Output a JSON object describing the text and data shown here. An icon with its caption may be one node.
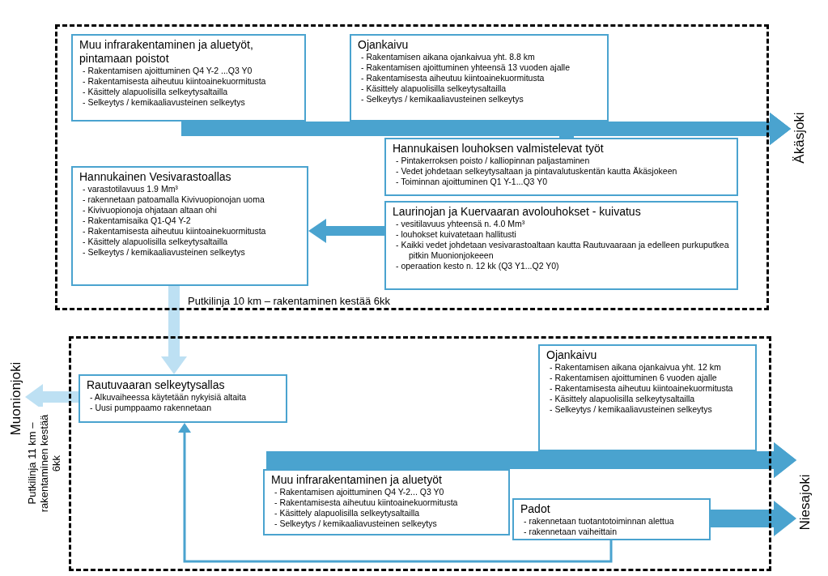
{
  "diagram": {
    "nodes": [
      {
        "text": [],
        "shape": "box"
      },
      {
        "text": [
          "Muu infrarakentaminen ja aluetyöt, pintamaan poistot",
          "- Rakentamisen ajoittuminen Q4 Y-2 ...Q3 Y0",
          "- Rakentamisesta aiheutuu kiintoainekuormitusta",
          "- Käsittely alapuolisilla selkeytysaltailla",
          "- Selkeytys / kemikaaliavusteinen selkeytys"
        ],
        "in": 0
      },
      {
        "text": [
          "Ojankaivu",
          "- Rakentamisen aikana ojankaivua yht. 8.8 km",
          "- Rakentamisen ajoittuminen yhteensä 13 vuoden ajalle",
          "- Rakentamisesta aiheutuu kiintoainekuormitusta",
          "- Käsittely alapuolisilla selkeytysaltailla",
          "- Selkeytys / kemikaaliavusteinen selkeytys"
        ],
        "in": 0
      },
      {
        "text": [
          "Hannukaisen louhoksen valmistelevat työt",
          "- Pintakerroksen poisto / kalliopinnan paljastaminen",
          "- Vedet johdetaan selkeytysaltaan ja pintavalutuskentän kautta Äkäsjokeen",
          "- Toiminnan ajoittuminen Q1 Y-1...Q3 Y0"
        ],
        "in": 0
      },
      {
        "text": [
          "Äkäsjoki"
        ]
      },
      {
        "text": [
          "Hannukainen Vesivarastoallas",
          "- varastotilavuus 1.9 Mm³",
          "- rakennetaan patoamalla Kivivuopionojan uoma",
          "- Kivivuopionoja ohjataan altaan ohi",
          "- Rakentamisaika Q1-Q4 Y-2",
          "- Rakentamisesta aiheutuu kiintoainekuormitusta",
          "- Käsittely alapuolisilla selkeytysaltailla",
          "- Selkeytys / kemikaaliavusteinen selkeytys"
        ],
        "in": 0
      },
      {
        "text": [
          "Laurinojan ja Kuervaaran avolouhokset - kuivatus",
          "- vesitilavuus yhteensä n. 4.0 Mm³",
          "- louhokset kuivatetaan hallitusti",
          "- Kaikki vedet johdetaan vesivarastoaltaan kautta Rautuvaaraan ja edelleen purkuputkea pitkin Muonionjokeeen",
          "- operaation kesto n. 12 kk (Q3 Y1...Q2 Y0)"
        ],
        "in": 0
      },
      {
        "text": [],
        "shape": "box"
      },
      {
        "text": [
          "Muonionjoki"
        ]
      },
      {
        "text": [
          "Rautuvaaran selkeytysallas",
          "- Alkuvaiheessa käytetään nykyisiä altaita",
          "- Uusi pumppaamo rakennetaan"
        ],
        "in": 7
      },
      {
        "text": [
          "Ojankaivu",
          "- Rakentamisen aikana ojankaivua yht. 12 km",
          "- Rakentamisen ajoittuminen 6 vuoden ajalle",
          "- Rakentamisesta aiheutuu kiintoainekuormitusta",
          "- Käsittely alapuolisilla selkeytysaltailla",
          "- Selkeytys / kemikaaliavusteinen selkeytys"
        ],
        "in": 7
      },
      {
        "text": [
          "Muu infrarakentaminen ja aluetyöt",
          "- Rakentamisen ajoittuminen Q4 Y-2... Q3 Y0",
          "- Rakentamisesta aiheutuu kiintoainekuormitusta",
          "- Käsittely alapuolisilla selkeytysaltailla",
          "- Selkeytys / kemikaaliavusteinen selkeytys"
        ],
        "in": 7
      },
      {
        "text": [
          "Padot",
          "- rakennetaan tuotantotoiminnan alettua",
          "- rakennetaan vaiheittain"
        ],
        "in": 7
      },
      {
        "text": [
          "Niesajoki"
        ]
      }
    ],
    "edges": [
      {
        "from": 1,
        "to": 4,
        "arrow": "to"
      },
      {
        "from": 2,
        "to": 4,
        "arrow": "to"
      },
      {
        "from": 3,
        "to": 4,
        "arrow": "to"
      },
      {
        "from": 6,
        "to": 5,
        "arrow": "to"
      },
      {
        "from": 5,
        "to": 9,
        "arrow": "to",
        "color": "#bde0f3",
        "label": "Putkilinja 10 km – rakentaminen kestää 6kk"
      },
      {
        "from": 9,
        "to": 8,
        "arrow": "to",
        "color": "#bde0f3",
        "label": "Putkilinja 11 km – rakentaminen kestää 6kk"
      },
      {
        "from": 10,
        "to": 13,
        "arrow": "to"
      },
      {
        "from": 11,
        "to": 13,
        "arrow": "to"
      },
      {
        "from": 12,
        "to": 13,
        "arrow": "to"
      },
      {
        "from": 12,
        "to": 9,
        "arrow": "to"
      }
    ]
  }
}
